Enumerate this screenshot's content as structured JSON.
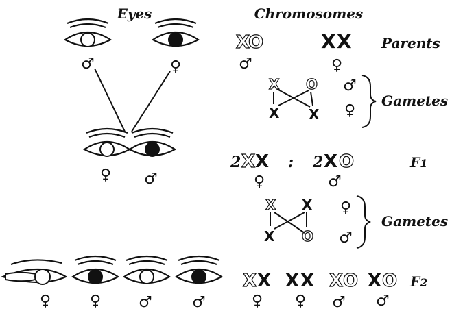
{
  "headers": {
    "eyes": "Eyes",
    "chromosomes": "Chromosomes"
  },
  "rows": {
    "parents": "Parents",
    "gametes_1": "Gametes",
    "f1": "F",
    "f1_sub": "1",
    "gametes_2": "Gametes",
    "f2": "F",
    "f2_sub": "2"
  },
  "symbols": {
    "male": "♂",
    "female": "♀"
  },
  "f1_ratio": {
    "left_count": "2",
    "colon": ":",
    "right_count": "2"
  },
  "chromosome_letters": {
    "x": "X",
    "o": "O"
  }
}
